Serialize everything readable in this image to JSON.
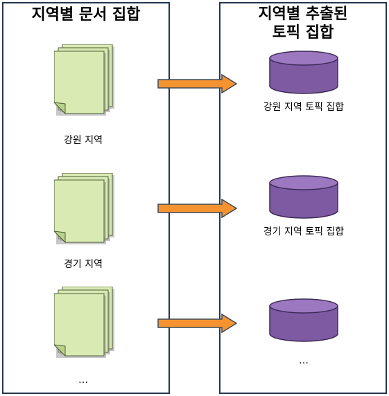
{
  "diagram": {
    "left_panel": {
      "title": "지역별 문서 집합",
      "items": [
        {
          "label": "강원 지역"
        },
        {
          "label": "경기 지역"
        },
        {
          "label": "…"
        }
      ]
    },
    "right_panel": {
      "title_line1": "지역별 추출된",
      "title_line2": "토픽 집합",
      "items": [
        {
          "label": "강원 지역 토픽 집합"
        },
        {
          "label": "경기 지역 토픽 집합"
        },
        {
          "label": "…"
        }
      ]
    },
    "colors": {
      "panel_border": "#24364f",
      "document_fill": "#d9ebb3",
      "document_fold": "#b9d289",
      "cylinder_fill": "#7e5aa3",
      "cylinder_top": "#9b78bf",
      "cylinder_stroke": "#3d2a57",
      "arrow_fill": "#f59331",
      "arrow_stroke": "#3b4a5c"
    }
  }
}
